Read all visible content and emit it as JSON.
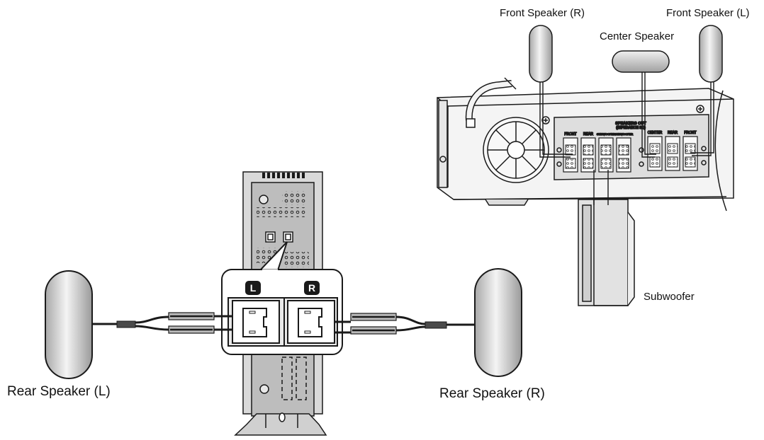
{
  "labels": {
    "front_right": "Front Speaker (R)",
    "front_left": "Front Speaker (L)",
    "center": "Center Speaker",
    "subwoofer": "Subwoofer",
    "rear_left": "Rear Speaker (L)",
    "rear_right": "Rear Speaker (R)"
  },
  "panel": {
    "speakers_out": "SPEAKERS OUT",
    "impedance": "(IMPEDANCE 3Ω)",
    "term_front": "FRONT",
    "term_rear": "REAR",
    "term_sub1": "SUBWOOFER",
    "term_sub2": "SUBWOOFER",
    "term_center": "CENTER",
    "term_rear2": "REAR",
    "term_front2": "FRONT"
  },
  "amp": {
    "left_badge": "L",
    "right_badge": "R"
  },
  "colors": {
    "line": "#1a1a1a",
    "speaker_fill": "#d8d8d8",
    "body_fill": "#f2f2f2",
    "panel_fill": "#dcdcdc"
  }
}
